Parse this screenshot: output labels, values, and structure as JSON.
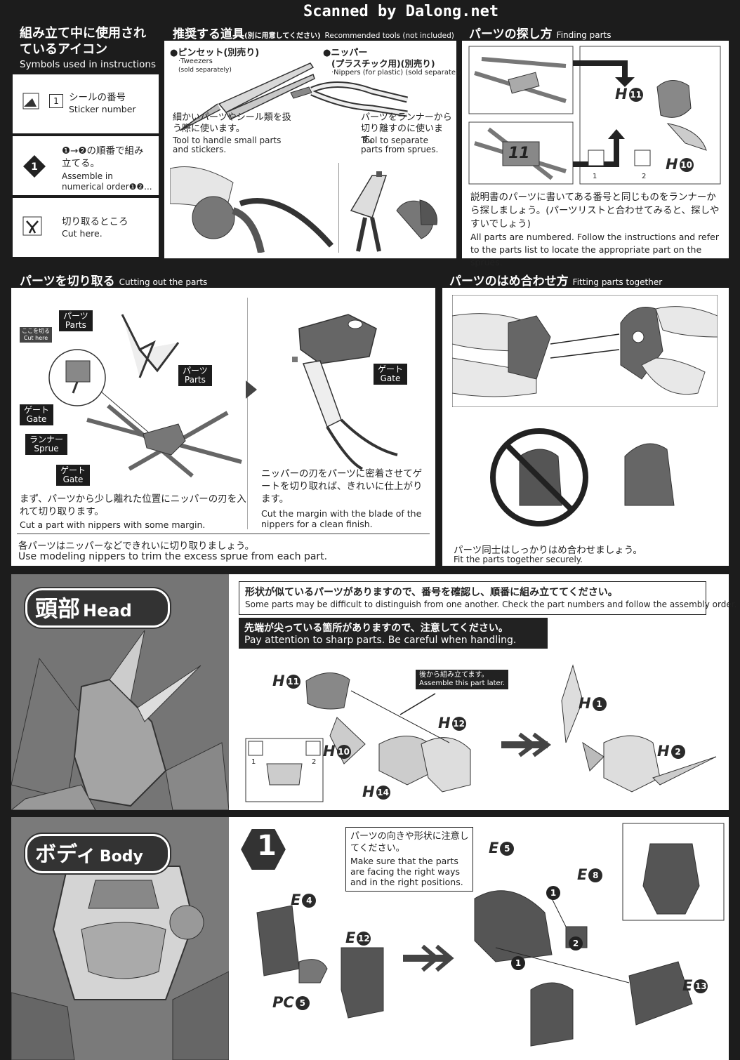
{
  "watermark": "Scanned by Dalong.net",
  "symbols": {
    "title_jp": "組み立て中に使用されているアイコン",
    "title_en": "Symbols used in instructions",
    "sticker_num": "1",
    "sticker_jp": "シールの番号",
    "sticker_en": "Sticker number",
    "order_jp": "❶→❷の順番で組み立てる。",
    "order_en": "Assemble in numerical order❶❷...",
    "cut_jp": "切り取るところ",
    "cut_en": "Cut here."
  },
  "tools": {
    "title_jp": "推奨する道具",
    "title_jp_small": "(別に用意してください)",
    "title_en": "Recommended tools (not included)",
    "tweezers_jp": "●ピンセット(別売り)",
    "tweezers_en": "·Tweezers",
    "tweezers_sold": "(sold separately)",
    "nippers_jp": "●ニッパー",
    "nippers_jp2": "(プラスチック用)(別売り)",
    "nippers_en": "·Nippers (for plastic) (sold separately)",
    "tweezers_desc_jp": "細かいパーツやシール類を扱う際に使います。",
    "tweezers_desc_en": "Tool to handle small parts and stickers.",
    "nippers_desc_jp": "パーツをランナーから切り離すのに使います。",
    "nippers_desc_en": "Tool to separate parts from sprues."
  },
  "finding": {
    "title_jp": "パーツの探し方",
    "title_en": "Finding parts",
    "sprue_label": "11",
    "part_h11": "H",
    "part_h11_n": "11",
    "part_h10": "H",
    "part_h10_n": "10",
    "sticker1": "1",
    "sticker2": "2",
    "desc_jp": "説明書のパーツに書いてある番号と同じものをランナーから探しましょう。(パーツリストと合わせてみると、探しやすいでしょう)",
    "desc_en": "All parts are numbered. Follow the instructions and refer to the parts list to locate the appropriate part on the sprues."
  },
  "cutting": {
    "title_jp": "パーツを切り取る",
    "title_en": "Cutting out the parts",
    "cut_here_jp": "ここを切る",
    "cut_here_en": "Cut here",
    "parts_jp": "パーツ",
    "parts_en": "Parts",
    "gate_jp": "ゲート",
    "gate_en": "Gate",
    "sprue_jp": "ランナー",
    "sprue_en": "Sprue",
    "step1_jp": "まず、パーツから少し離れた位置にニッパーの刃を入れて切り取ります。",
    "step1_en": "Cut a part with nippers with some margin.",
    "step2_jp": "ニッパーの刃をパーツに密着させてゲートを切り取れば、きれいに仕上がります。",
    "step2_en": "Cut the margin with the blade of the nippers for a clean finish.",
    "footer_jp": "各パーツはニッパーなどできれいに切り取りましょう。",
    "footer_en": "Use modeling nippers to trim the excess sprue from each part."
  },
  "fitting": {
    "title_jp": "パーツのはめ合わせ方",
    "title_en": "Fitting parts together",
    "desc_jp": "パーツ同士はしっかりはめ合わせましょう。",
    "desc_en": "Fit the parts together securely."
  },
  "head": {
    "section_jp": "頭部",
    "section_en": "Head",
    "note1_jp": "形状が似ているパーツがありますので、番号を確認し、順番に組み立ててください。",
    "note1_en": "Some parts may be difficult to distinguish from one another. Check the part numbers and follow the assembly order.",
    "note2_jp": "先端が尖っている箇所がありますので、注意してください。",
    "note2_en": "Pay attention to sharp parts. Be careful when handling.",
    "later_jp": "後から組み立てます。",
    "later_en": "Assemble this part later.",
    "parts": [
      {
        "l": "H",
        "n": "11"
      },
      {
        "l": "H",
        "n": "12"
      },
      {
        "l": "H",
        "n": "10"
      },
      {
        "l": "H",
        "n": "14"
      },
      {
        "l": "H",
        "n": "1"
      },
      {
        "l": "H",
        "n": "2"
      }
    ],
    "sticker1": "1",
    "sticker2": "2"
  },
  "body": {
    "section_jp": "ボディ",
    "section_en": "Body",
    "step": "1",
    "note_jp": "パーツの向きや形状に注意してください。",
    "note_en": "Make sure that the parts are facing the right ways and in the right positions.",
    "parts": [
      {
        "l": "E",
        "n": "4"
      },
      {
        "l": "E",
        "n": "12"
      },
      {
        "l": "PC",
        "n": "5"
      },
      {
        "l": "E",
        "n": "5"
      },
      {
        "l": "E",
        "n": "8"
      },
      {
        "l": "E",
        "n": "13"
      }
    ],
    "seq1": "1",
    "seq2": "2",
    "seq1b": "1"
  }
}
